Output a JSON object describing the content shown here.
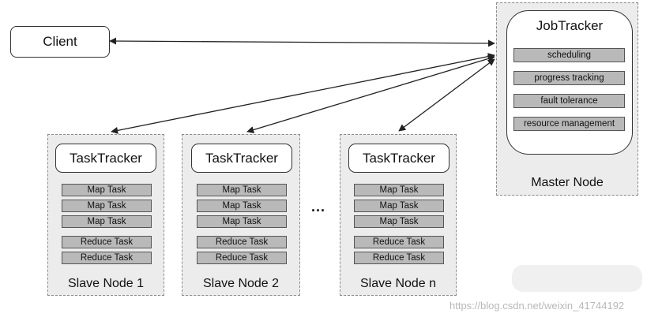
{
  "client": {
    "label": "Client"
  },
  "master": {
    "label": "Master Node",
    "jobtracker": {
      "title": "JobTracker",
      "functions": [
        "scheduling",
        "progress tracking",
        "fault tolerance",
        "resource management"
      ]
    }
  },
  "slaves": [
    {
      "label": "Slave Node 1",
      "tasktracker": "TaskTracker",
      "tasks": [
        "Map Task",
        "Map Task",
        "Map Task",
        "Reduce Task",
        "Reduce Task"
      ]
    },
    {
      "label": "Slave Node 2",
      "tasktracker": "TaskTracker",
      "tasks": [
        "Map Task",
        "Map Task",
        "Map Task",
        "Reduce Task",
        "Reduce Task"
      ]
    },
    {
      "label": "Slave Node n",
      "tasktracker": "TaskTracker",
      "tasks": [
        "Map Task",
        "Map Task",
        "Map Task",
        "Reduce Task",
        "Reduce Task"
      ]
    }
  ],
  "ellipsis": "...",
  "watermark": "https://blog.csdn.net/weixin_41744192"
}
